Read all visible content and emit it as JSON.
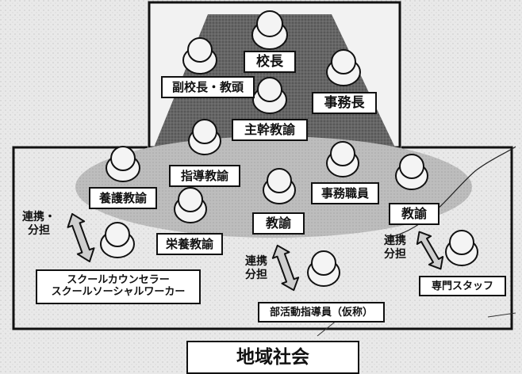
{
  "roles": {
    "principal": "校長",
    "vice_principal": "副校長・教頭",
    "office_manager": "事務長",
    "chief_teacher": "主幹教諭",
    "guidance_teacher": "指導教諭",
    "nurse_teacher": "養護教諭",
    "office_staff": "事務職員",
    "teacher_center": "教諭",
    "teacher_right": "教諭",
    "nutrition_teacher": "栄養教諭",
    "counselor_line1": "スクールカウンセラー",
    "counselor_line2": "スクールソーシャルワーカー",
    "club_instructor": "部活動指導員（仮称）",
    "specialist_staff": "専門スタッフ"
  },
  "links": {
    "left_line1": "連携・",
    "left_line2": "分担",
    "center_line1": "連携",
    "center_line2": "分担",
    "right_line1": "連携",
    "right_line2": "分担"
  },
  "community": "地域社会",
  "colors": {
    "background": "#e9e9e9",
    "management_fill": "#6a6a6a",
    "core_fill": "#b8b8b8",
    "person_fill": "#f4f4f4",
    "arrow_fill": "#cfcfcf",
    "ink": "#111111"
  }
}
